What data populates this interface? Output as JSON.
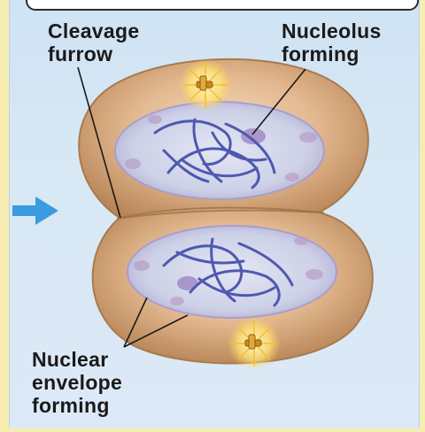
{
  "labels": {
    "cleavage_furrow": "Cleavage\nfurrow",
    "nucleolus_forming": "Nucleolus\nforming",
    "nuclear_envelope_forming": "Nuclear\nenvelope\nforming"
  },
  "colors": {
    "background_frame": "#f7edb0",
    "panel_sky": "#d6e7f5",
    "cell_fill": "#d7a77a",
    "nucleus_fill": "#cfd3e8",
    "chromatin": "#4e59b0",
    "centrosome": "#f2c030",
    "arrow": "#3b9be0",
    "leader_line": "#1a1a1a"
  },
  "icons": {
    "direction_arrow": "arrow-right-icon",
    "centrosome": "centrosome-icon"
  }
}
